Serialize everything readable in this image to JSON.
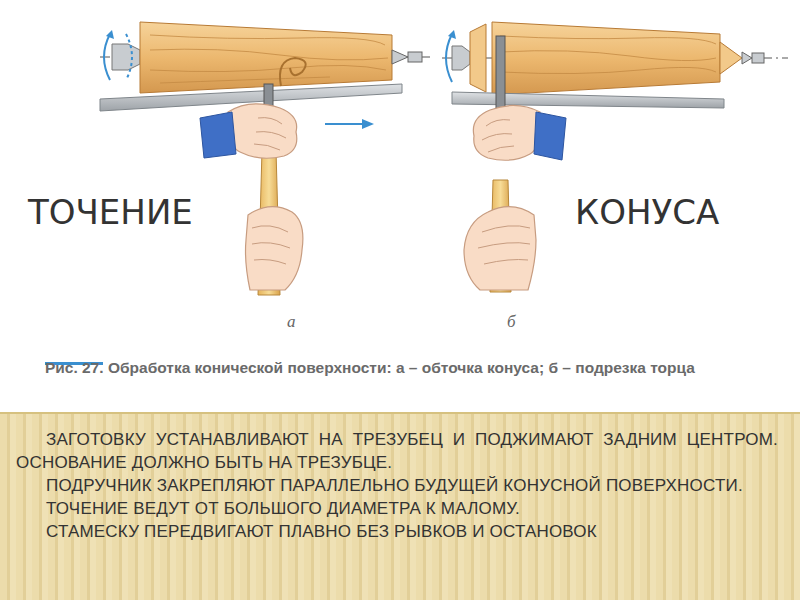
{
  "diagram": {
    "caption": "Рис. 27. Обработка конической поверхности: а – обточка конуса; б – подрезка торца",
    "nodes": [
      {
        "text": [
          "ЗАГОТОВКУ УСТАНАВЛИВАЮТ НА ТРЕЗУБЕЦ И ПОДЖИМАЮТ ЗАДНИМ ЦЕНТРОМ. ОСНОВАНИЕ ДОЛЖНО БЫТЬ НА ТРЕЗУБЦЕ.",
          "ПОДРУЧНИК ЗАКРЕПЛЯЮТ ПАРАЛЛЕЛЬНО БУДУЩЕЙ КОНУСНОЙ ПОВЕРХНОСТИ.",
          "ТОЧЕНИЕ ВЕДУТ ОТ БОЛЬШОГО ДИАМЕТРА К МАЛОМУ.",
          "СТАМЕСКУ ПЕРЕДВИГАЮТ ПЛАВНО БЕЗ РЫВКОВ И ОСТАНОВОК"
        ]
      }
    ],
    "labels": [
      "ТОЧЕНИЕ",
      "КОНУСА",
      "а",
      "б"
    ]
  }
}
